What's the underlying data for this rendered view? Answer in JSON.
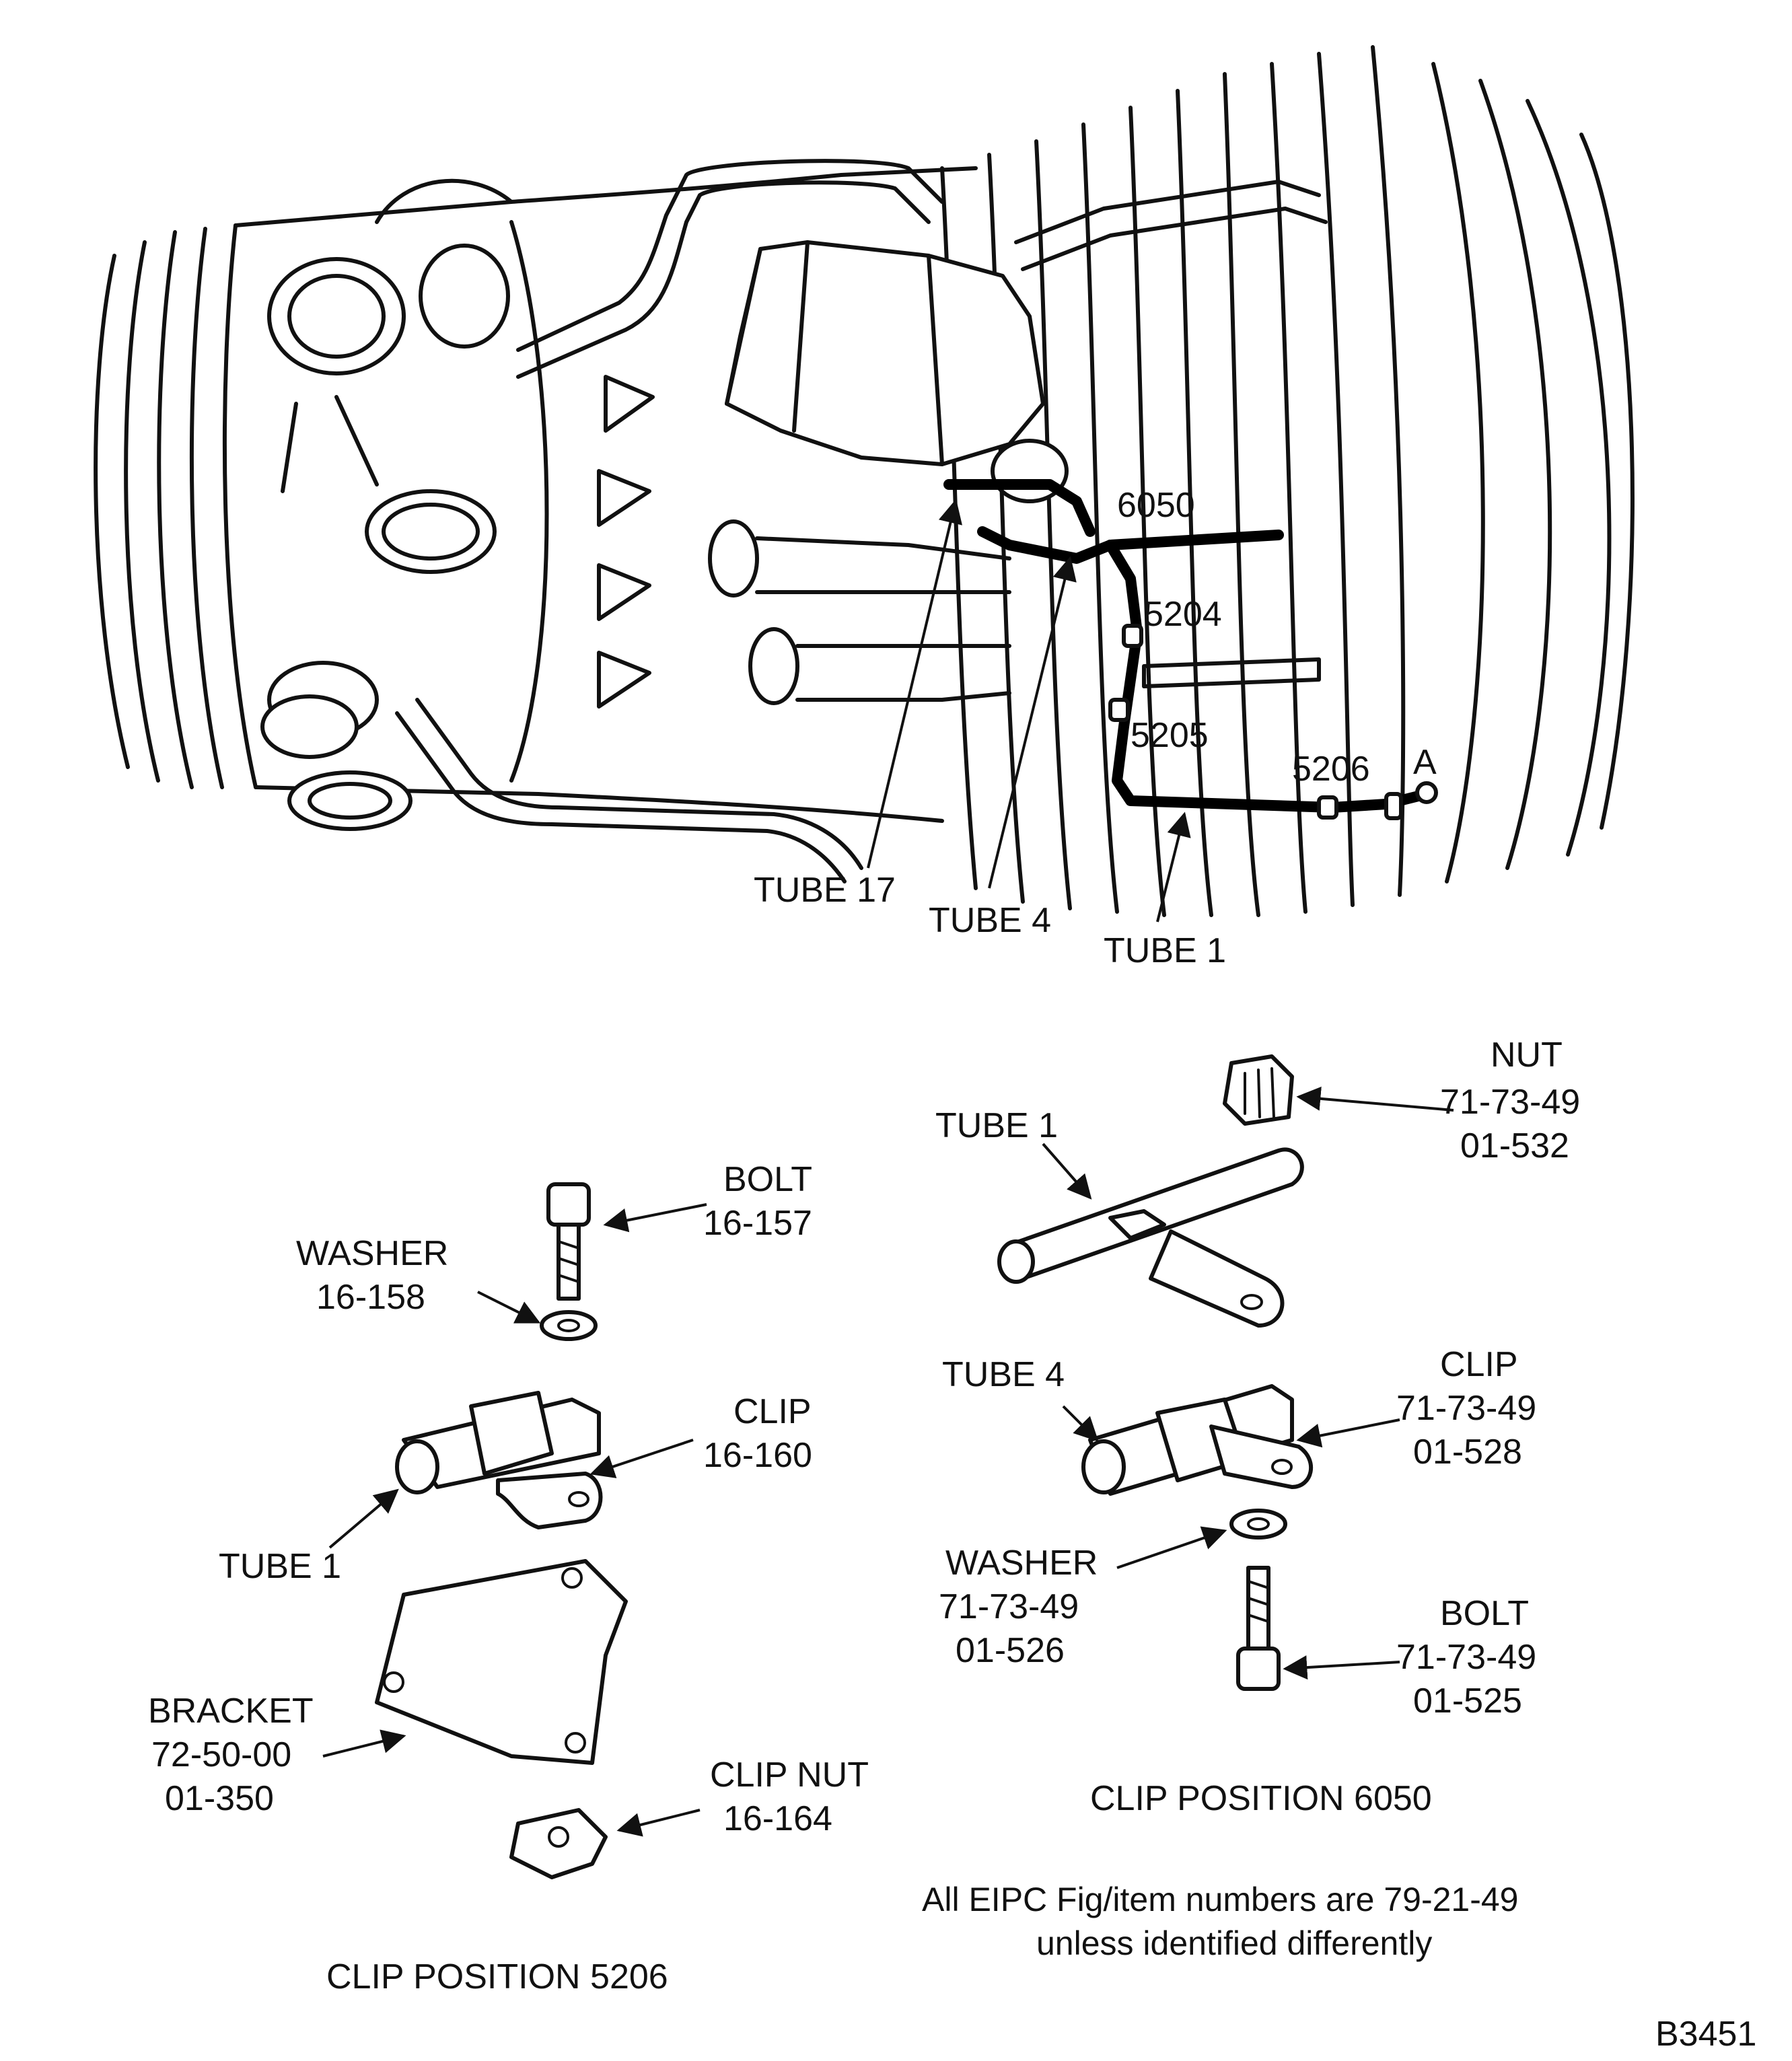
{
  "figure_id": "B3451",
  "note": {
    "line1": "All EIPC Fig/item numbers are 79-21-49",
    "line2": "unless identified differently"
  },
  "main_view": {
    "clip_positions": [
      "6050",
      "5204",
      "5205",
      "5206"
    ],
    "point_label": "A",
    "tubes": [
      "TUBE 17",
      "TUBE 4",
      "TUBE 1"
    ]
  },
  "detail_5206": {
    "title": "CLIP POSITION 5206",
    "parts": [
      {
        "name": "BOLT",
        "lines": [
          "16-157"
        ]
      },
      {
        "name": "WASHER",
        "lines": [
          "16-158"
        ]
      },
      {
        "name": "CLIP",
        "lines": [
          "16-160"
        ]
      },
      {
        "name": "TUBE 1",
        "lines": []
      },
      {
        "name": "BRACKET",
        "lines": [
          "72-50-00",
          "01-350"
        ]
      },
      {
        "name": "CLIP NUT",
        "lines": [
          "16-164"
        ]
      }
    ]
  },
  "detail_6050": {
    "title": "CLIP POSITION 6050",
    "parts": [
      {
        "name": "NUT",
        "lines": [
          "71-73-49",
          "01-532"
        ]
      },
      {
        "name": "TUBE 1",
        "lines": []
      },
      {
        "name": "TUBE 4",
        "lines": []
      },
      {
        "name": "CLIP",
        "lines": [
          "71-73-49",
          "01-528"
        ]
      },
      {
        "name": "WASHER",
        "lines": [
          "71-73-49",
          "01-526"
        ]
      },
      {
        "name": "BOLT",
        "lines": [
          "71-73-49",
          "01-525"
        ]
      }
    ]
  }
}
